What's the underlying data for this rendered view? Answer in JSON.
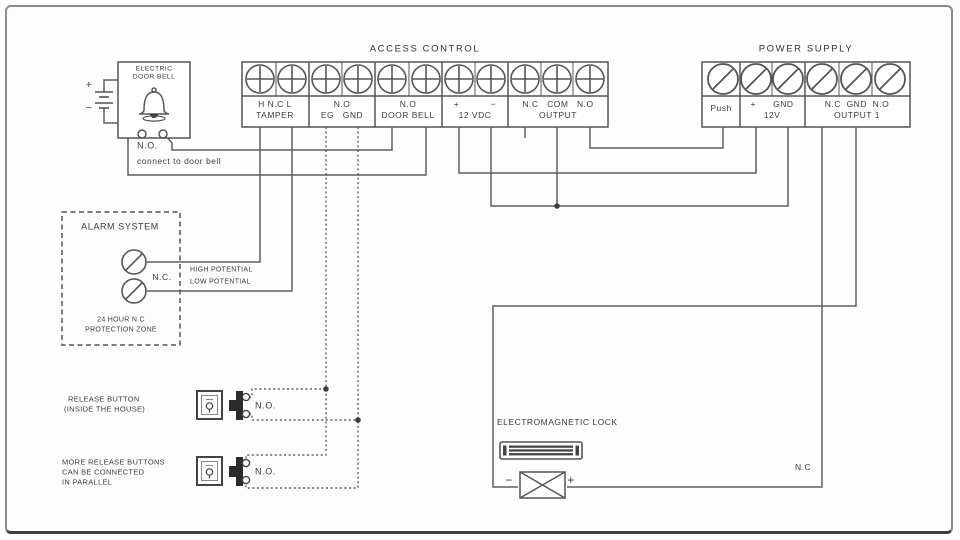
{
  "access_block": {
    "title": "ACCESS CONTROL",
    "groups": [
      {
        "line1": "H N.C L",
        "line2": "TAMPER"
      },
      {
        "line1": "N.O",
        "line2": "EG   GND"
      },
      {
        "line1": "N.O",
        "line2": "DOOR BELL"
      },
      {
        "line1": "+           −",
        "line2": "12 VDC"
      },
      {
        "line1": "N.C   COM   N.O",
        "line2": "OUTPUT"
      }
    ]
  },
  "power_block": {
    "title": "POWER SUPPLY",
    "groups": [
      {
        "line1": "Push",
        "line2": ""
      },
      {
        "line1": "+      GND",
        "line2": "12V"
      },
      {
        "line1": "N.C  GND  N.O",
        "line2": "OUTPUT 1"
      }
    ]
  },
  "door_bell": {
    "name_line1": "ELECTRIC",
    "name_line2": "DOOR BELL",
    "battery_plus": "+",
    "battery_minus": "−",
    "contact_type": "N.O.",
    "note": "connect to door bell"
  },
  "alarm_system": {
    "title": "ALARM SYSTEM",
    "contact_type": "N.C.",
    "high_label": "HIGH POTENTIAL",
    "low_label": "LOW POTENTIAL",
    "zone_line1": "24 HOUR N.C",
    "zone_line2": "PROTECTION ZONE"
  },
  "release_buttons": {
    "button1_caption_line1": "RELEASE BUTTON",
    "button1_caption_line2": "(INSIDE THE HOUSE)",
    "button1_contact_type": "N.O.",
    "button2_caption_line1": "MORE RELEASE BUTTONS",
    "button2_caption_line2": "CAN BE CONNECTED",
    "button2_caption_line3": "IN PARALLEL",
    "button2_contact_type": "N.O."
  },
  "lock": {
    "title": "ELECTROMAGNETIC LOCK",
    "wire_label": "N.C",
    "minus": "−",
    "plus": "+"
  }
}
